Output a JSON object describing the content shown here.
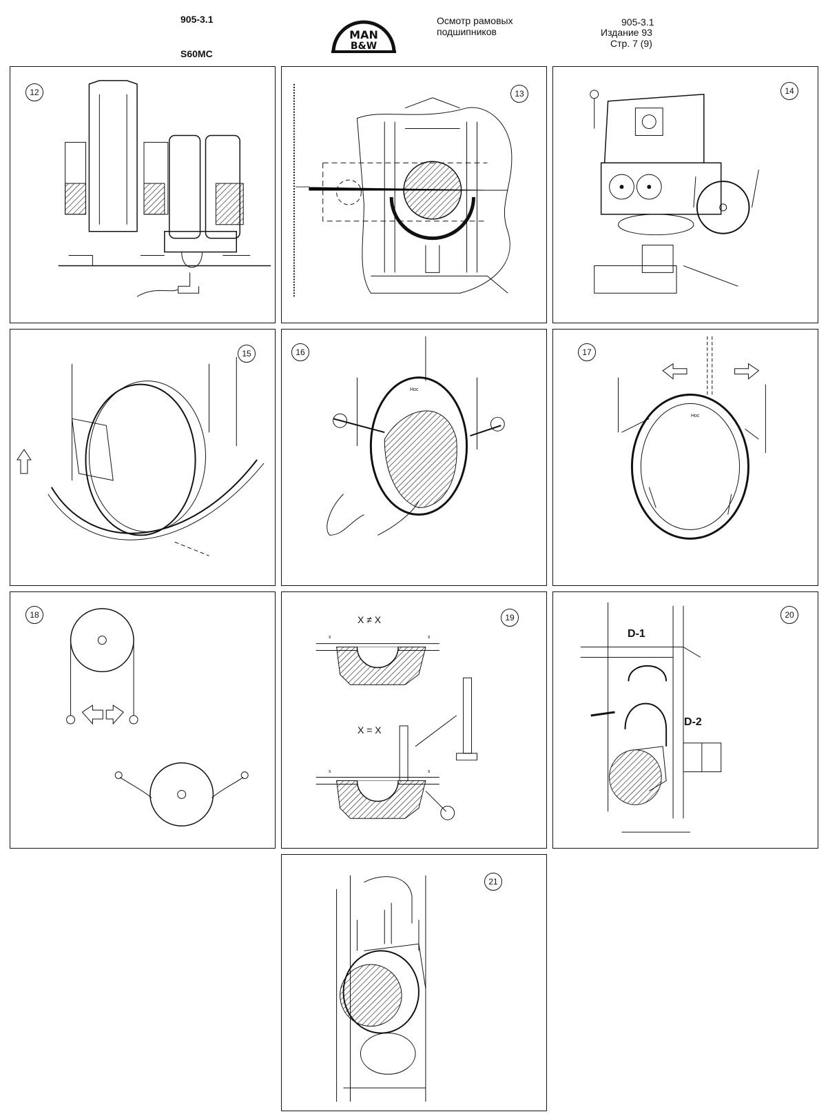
{
  "header": {
    "left_code": "905-3.1",
    "model": "S60MC",
    "logo_line1": "MAN",
    "logo_line2": "B&W",
    "title_line1": "Осмотр рамовых",
    "title_line2": "подшипников",
    "right_code": "905-3.1",
    "edition": "Издание 93",
    "page": "Стр. 7 (9)"
  },
  "figures": [
    {
      "number": "12"
    },
    {
      "number": "13"
    },
    {
      "number": "14"
    },
    {
      "number": "15"
    },
    {
      "number": "16",
      "tag": "Нос"
    },
    {
      "number": "17",
      "tag": "Нос"
    },
    {
      "number": "18"
    },
    {
      "number": "19",
      "label_top": "X ≠ X",
      "label_bottom": "X = X",
      "mark": "x"
    },
    {
      "number": "20",
      "label_d1": "D-1",
      "label_d2": "D-2"
    },
    {
      "number": "21"
    }
  ]
}
